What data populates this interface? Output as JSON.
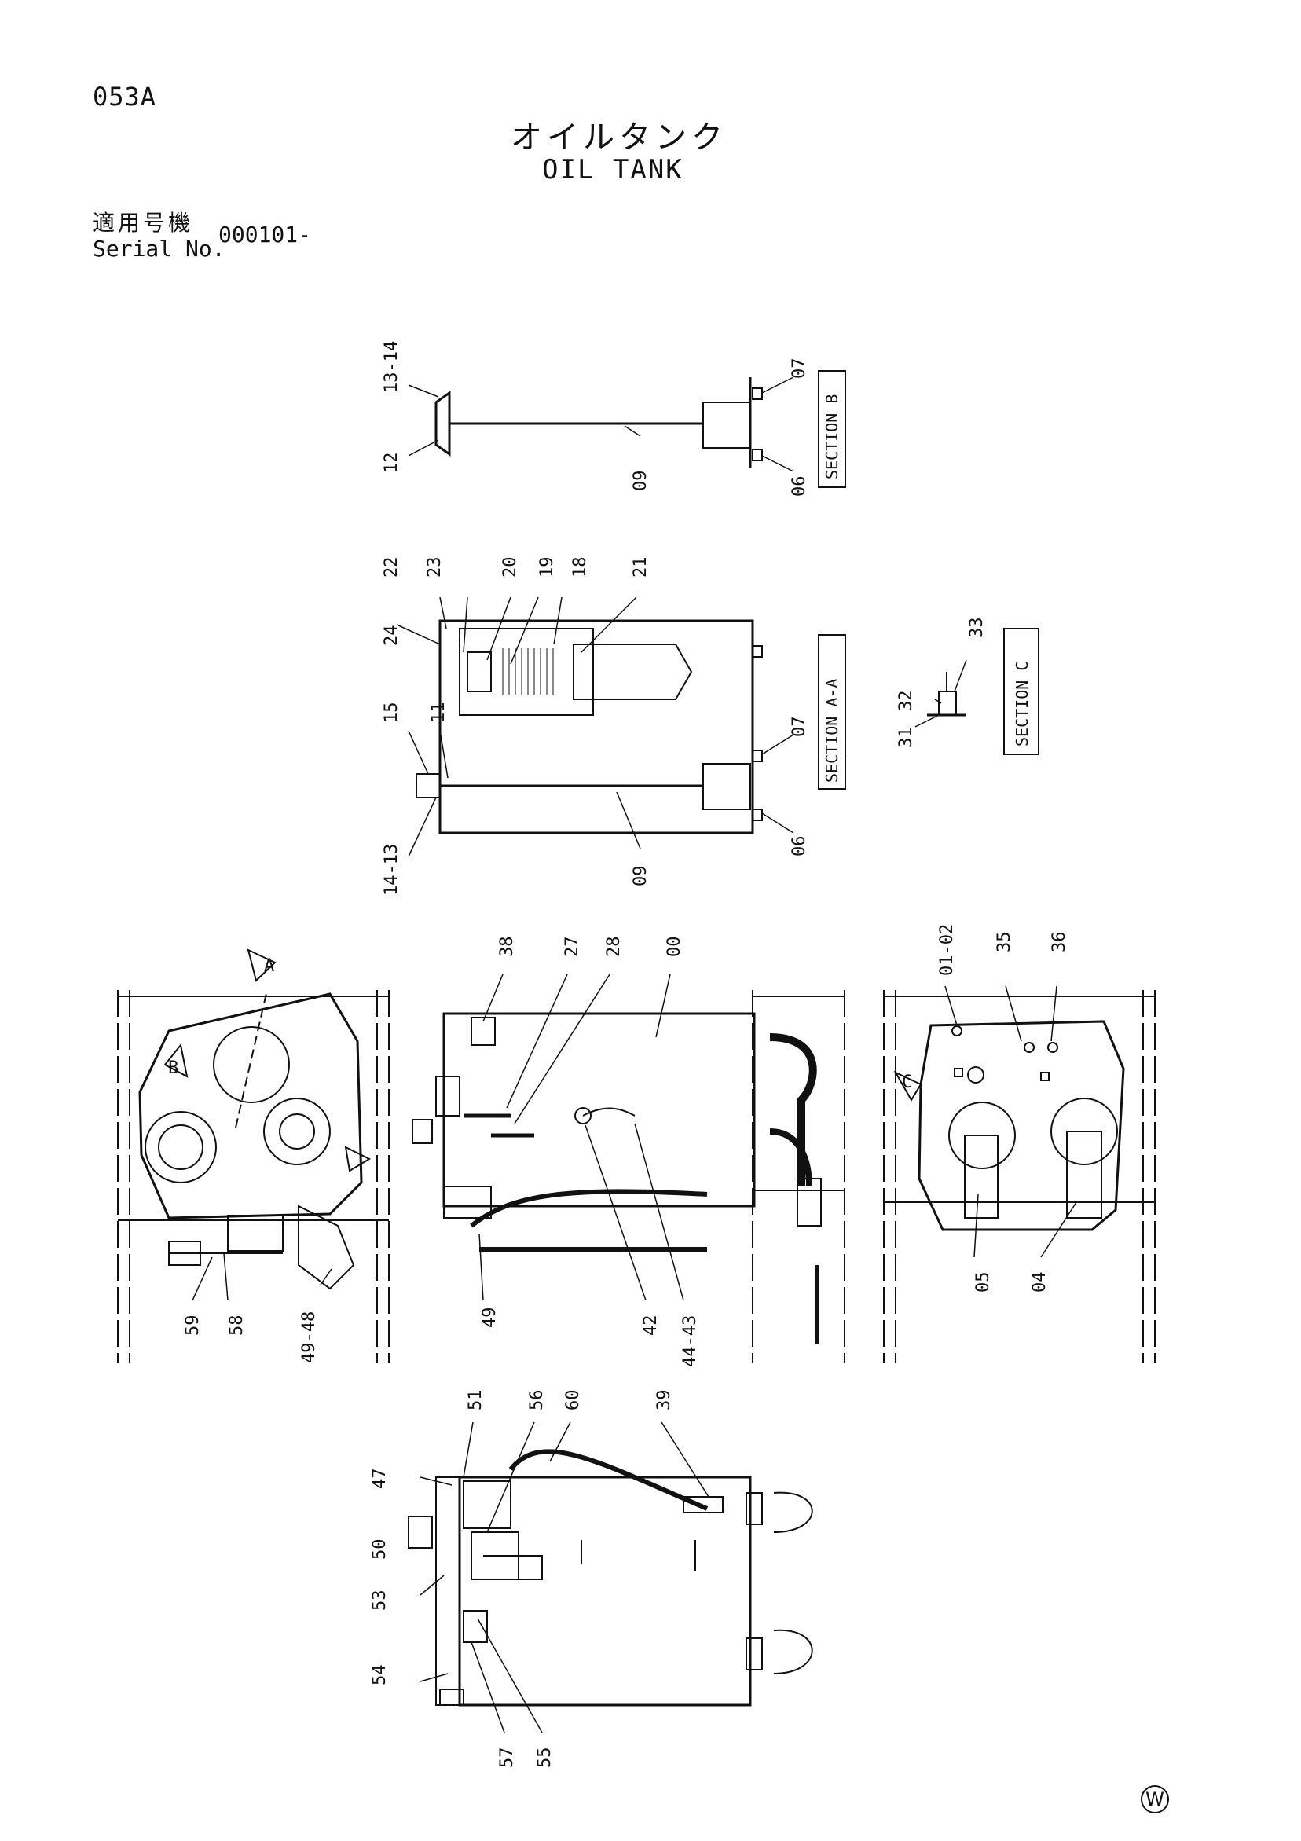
{
  "header": {
    "page_code": "053A",
    "title_jp": "オイルタンク",
    "title_en": "OIL TANK",
    "serial_label_jp": "適用号機",
    "serial_label_en": "Serial No.",
    "serial_value": "000101-"
  },
  "sections": {
    "b": "SECTION B",
    "aa": "SECTION A-A",
    "c": "SECTION C"
  },
  "callouts": {
    "c13_14": "13-14",
    "c12": "12",
    "c09_b": "09",
    "c07_b": "07",
    "c06_b": "06",
    "c22": "22",
    "c23": "23",
    "c24": "24",
    "c20": "20",
    "c19": "19",
    "c18": "18",
    "c21": "21",
    "c11": "11",
    "c15": "15",
    "c14_13": "14-13",
    "c09_a": "09",
    "c07_a": "07",
    "c06_a": "06",
    "c31": "31",
    "c32": "32",
    "c33": "33",
    "c38": "38",
    "c27": "27",
    "c28": "28",
    "c00": "00",
    "c01_02": "01-02",
    "c35": "35",
    "c36": "36",
    "c59": "59",
    "c58": "58",
    "c49_48": "49-48",
    "c49": "49",
    "c42": "42",
    "c44_43": "44-43",
    "c05": "05",
    "c04": "04",
    "c51": "51",
    "c56": "56",
    "c60": "60",
    "c39": "39",
    "c47": "47",
    "c50": "50",
    "c53": "53",
    "c54": "54",
    "c57": "57",
    "c55": "55"
  },
  "view_markers": {
    "a": "A",
    "b": "B",
    "c": "C"
  },
  "watermark": "W"
}
